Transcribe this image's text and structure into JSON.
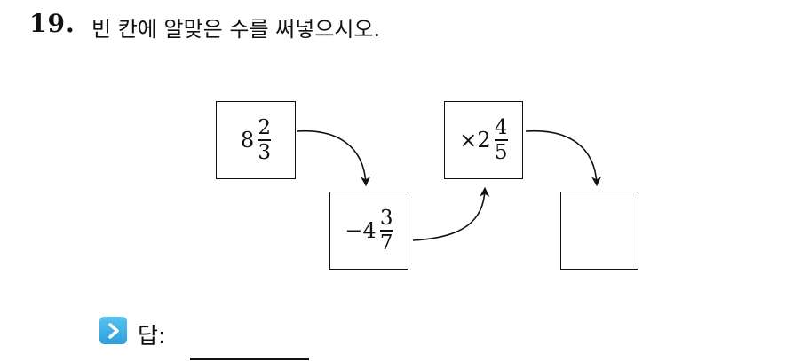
{
  "question": {
    "number": "19.",
    "text": "빈 칸에 알맞은 수를 써넣으시오."
  },
  "boxes": [
    {
      "prefix": "8",
      "numerator": "2",
      "denominator": "3"
    },
    {
      "prefix": "−4",
      "numerator": "3",
      "denominator": "7"
    },
    {
      "prefix": "×2",
      "numerator": "4",
      "denominator": "5"
    },
    {
      "prefix": "",
      "numerator": "",
      "denominator": ""
    }
  ],
  "answer": {
    "label": "답:",
    "icon": "chevron-right-icon",
    "icon_color": "#2d9fdb",
    "value": ""
  }
}
